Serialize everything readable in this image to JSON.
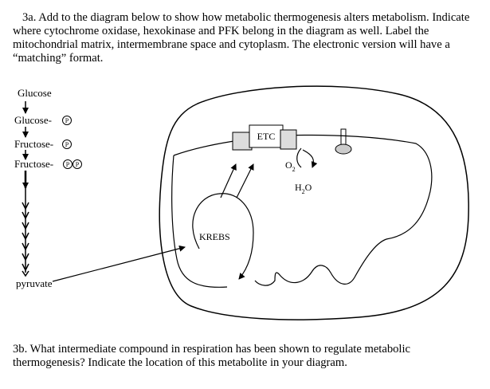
{
  "question_3a": "3a. Add to the diagram below to show how metabolic thermogenesis alters metabolism. Indicate where cytochrome oxidase, hexokinase and PFK belong in the diagram as well.  Label the mitochondrial matrix, intermembrane space and cytoplasm. The electronic version will have a “matching” format.",
  "question_3b": "3b. What intermediate compound in respiration has been shown to regulate metabolic thermogenesis? Indicate the location of this metabolite in your diagram.",
  "pathway": {
    "glucose": "Glucose",
    "glucose_p": "Glucose-",
    "fructose_p": "Fructose-",
    "fructose_pp": "Fructose-",
    "phosphate": "P",
    "pyruvate": "pyruvate"
  },
  "mito": {
    "etc": "ETC",
    "krebs": "KREBS",
    "o": "O",
    "o_sub": "2",
    "h": "H",
    "h_sub": "2",
    "o2": "O"
  }
}
